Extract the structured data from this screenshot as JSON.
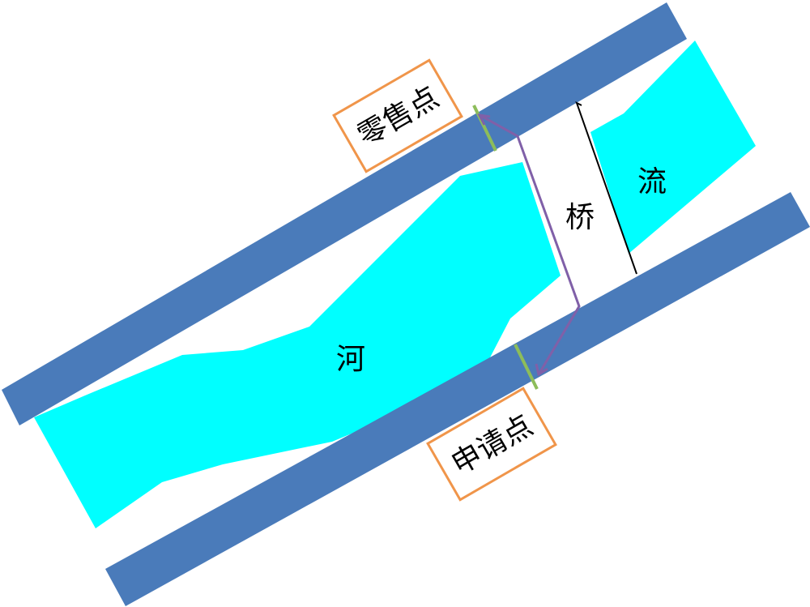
{
  "labels": {
    "retail_point": "零售点",
    "application_point": "申请点",
    "bridge": "桥",
    "river": "河",
    "flow": "流"
  },
  "colors": {
    "road": "#4a7bba",
    "river": "#00ffff",
    "callout_border": "#f0954a",
    "path": "#8060a8",
    "connector": "#8dbd5a",
    "bracket": "#000000",
    "background": "#ffffff"
  }
}
